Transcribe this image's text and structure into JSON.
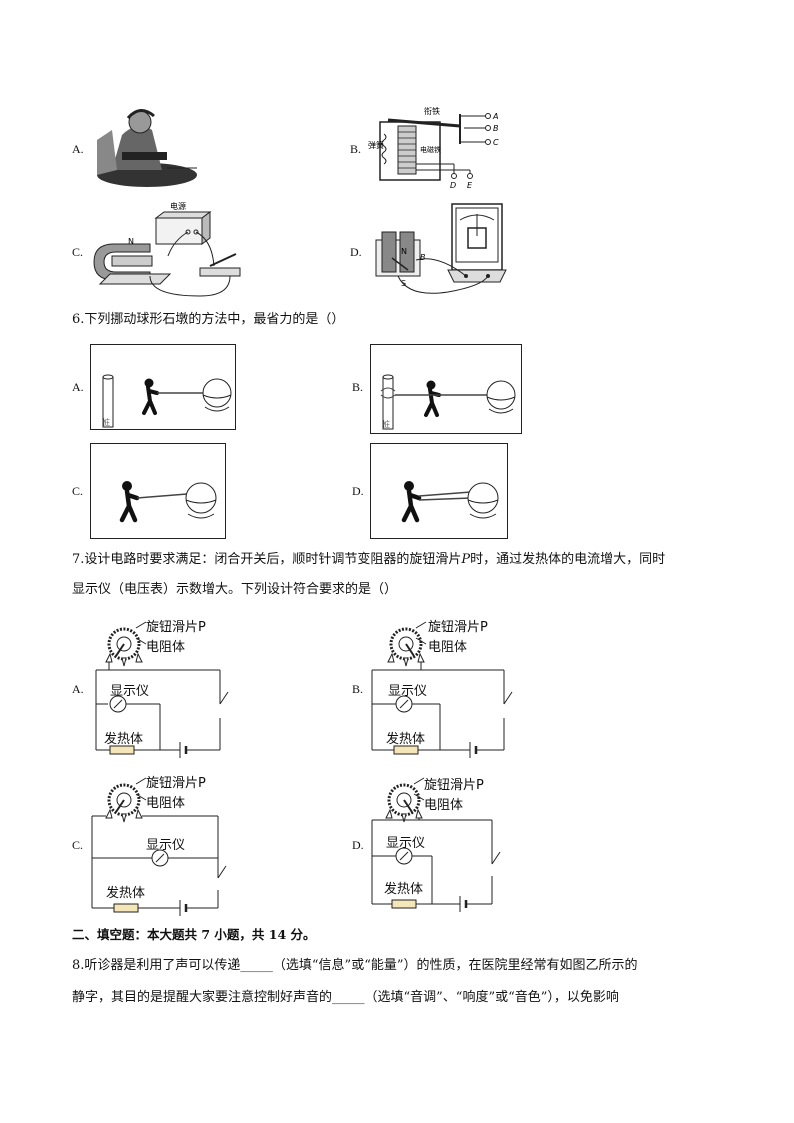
{
  "q5": {
    "options": [
      "A.",
      "B.",
      "C.",
      "D."
    ],
    "relay": {
      "armature": "衔铁",
      "spring": "弹簧",
      "magnet": "电磁铁",
      "terminals": [
        "A",
        "B",
        "C",
        "D",
        "E"
      ]
    },
    "generator": {
      "power_label": "电源",
      "pole_n": "N"
    },
    "galvanometer": {
      "pole_n": "N",
      "pole_s": "S",
      "point_b": "B"
    }
  },
  "q6": {
    "text": "6.下列挪动球形石墩的方法中，最省力的是（）",
    "options": [
      "A.",
      "B.",
      "C.",
      "D."
    ],
    "post_label": "桩"
  },
  "q7": {
    "line1": "7.设计电路时要求满足：闭合开关后，顺时针调节变阻器的旋钮滑片",
    "p_var": "P",
    "line1_end": "时，通过发热体的电流增大，同时",
    "line2": "显示仪（电压表）示数增大。下列设计符合要求的是（）",
    "options": [
      "A.",
      "B.",
      "C.",
      "D."
    ],
    "labels": {
      "slider": "旋钮滑片P",
      "resistor": "电阻体",
      "display": "显示仪",
      "heater": "发热体"
    }
  },
  "section2": {
    "title": "二、填空题：本大题共 7 小题，共 14 分。"
  },
  "q8": {
    "line1": "8.听诊器是利用了声可以传递_____（选填“信息”或“能量”）的性质，在医院里经常有如图乙所示的",
    "line2": "静字，其目的是提醒大家要注意控制好声音的_____（选填“音调”、“响度”或“音色”），以免影响"
  }
}
